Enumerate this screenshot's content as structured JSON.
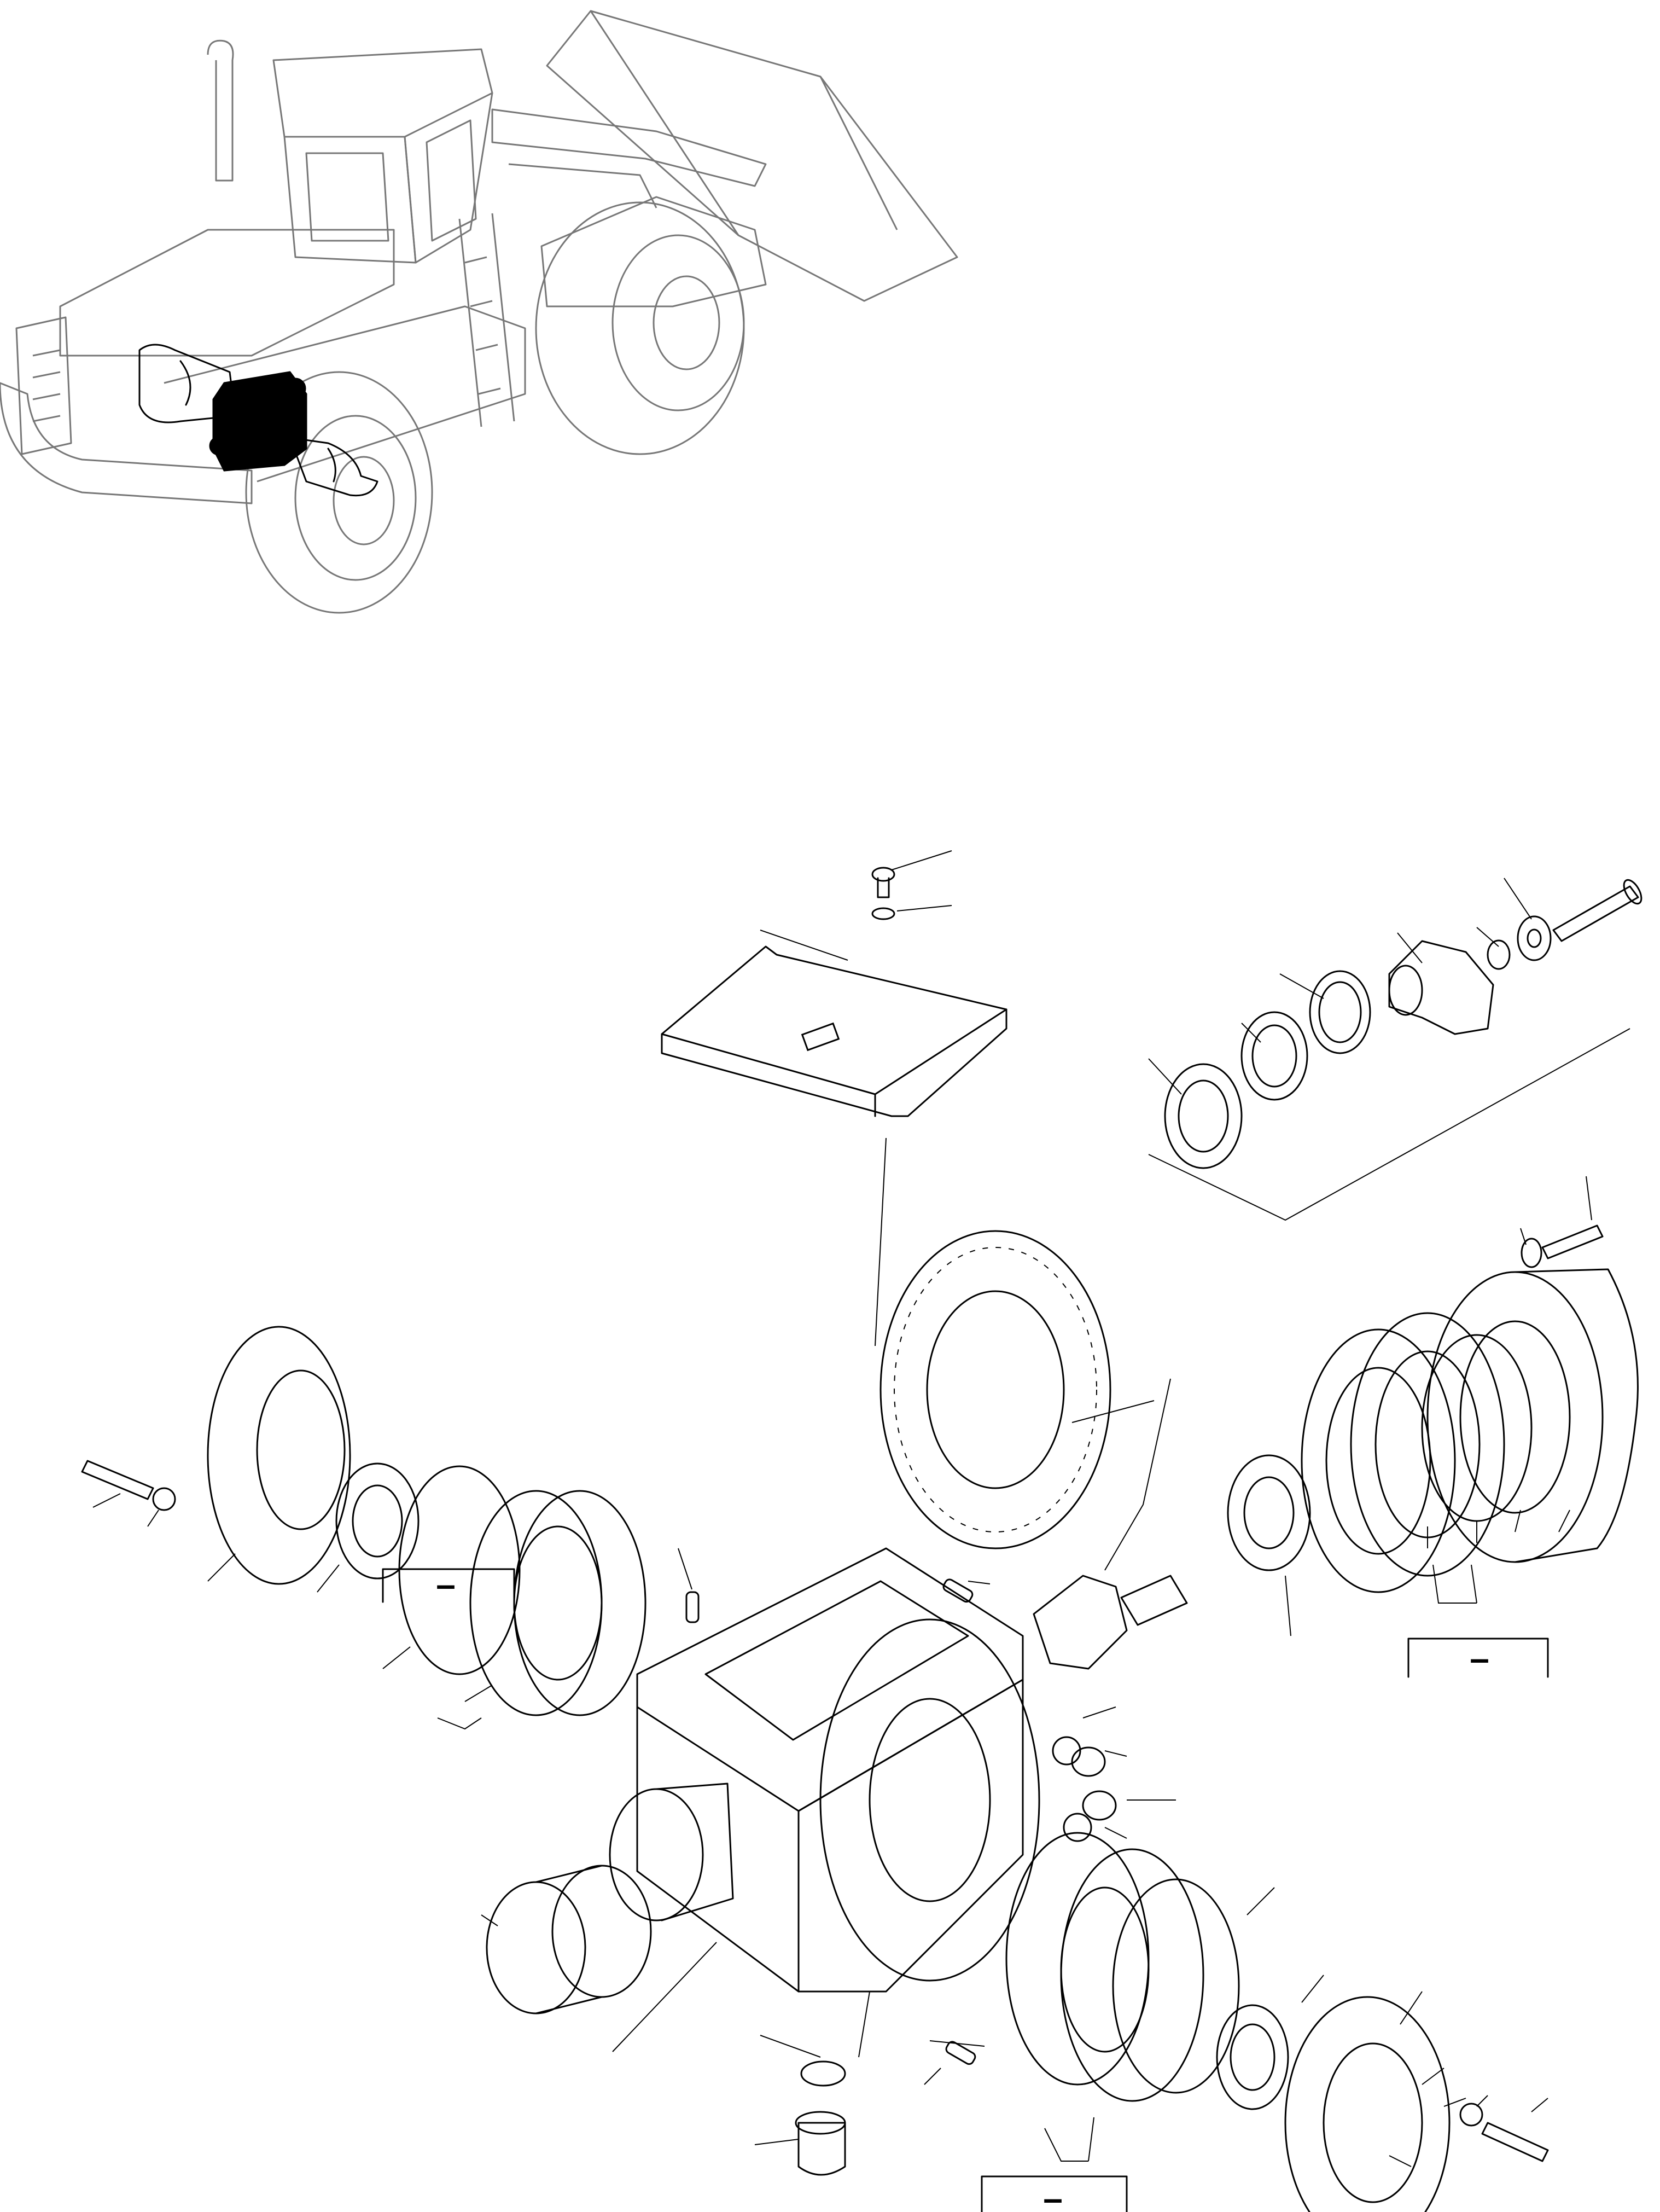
{
  "diagram": {
    "type": "exploded-parts-view",
    "icons": [
      "wheel-loader-icon",
      "transfer-gearbox-icon"
    ],
    "kit_boxes": [
      {
        "id": "kit-left",
        "label": "–"
      },
      {
        "id": "kit-right",
        "label": "–"
      },
      {
        "id": "kit-bottom",
        "label": "–"
      }
    ],
    "colors": {
      "line": "#000000",
      "loader_line": "#777777",
      "highlight": "#000000",
      "background": "#ffffff"
    }
  }
}
